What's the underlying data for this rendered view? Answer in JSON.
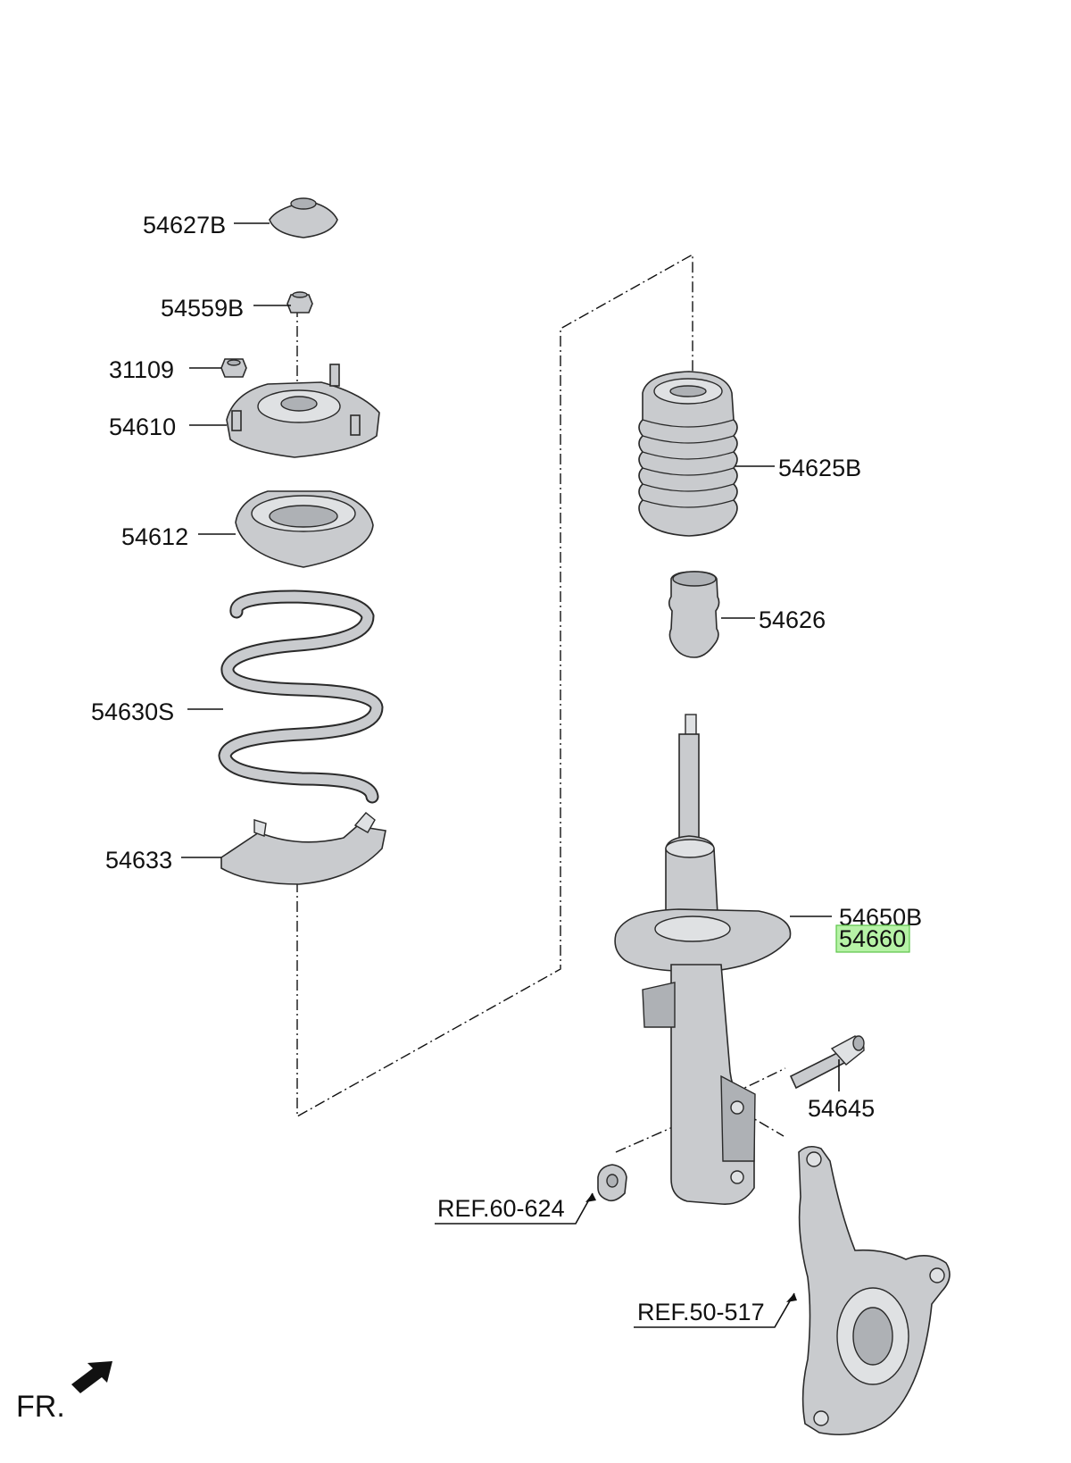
{
  "labels": {
    "p54627B": "54627B",
    "p54559B": "54559B",
    "p31109": "31109",
    "p54610": "54610",
    "p54612": "54612",
    "p54630S": "54630S",
    "p54633": "54633",
    "p54625B": "54625B",
    "p54626": "54626",
    "p54650B": "54650B",
    "p54660": "54660",
    "p54645": "54645",
    "ref60624": "REF.60-624",
    "ref50517": "REF.50-517",
    "fr": "FR."
  },
  "highlight": {
    "part": "54660",
    "color": "#b6f2a6"
  }
}
